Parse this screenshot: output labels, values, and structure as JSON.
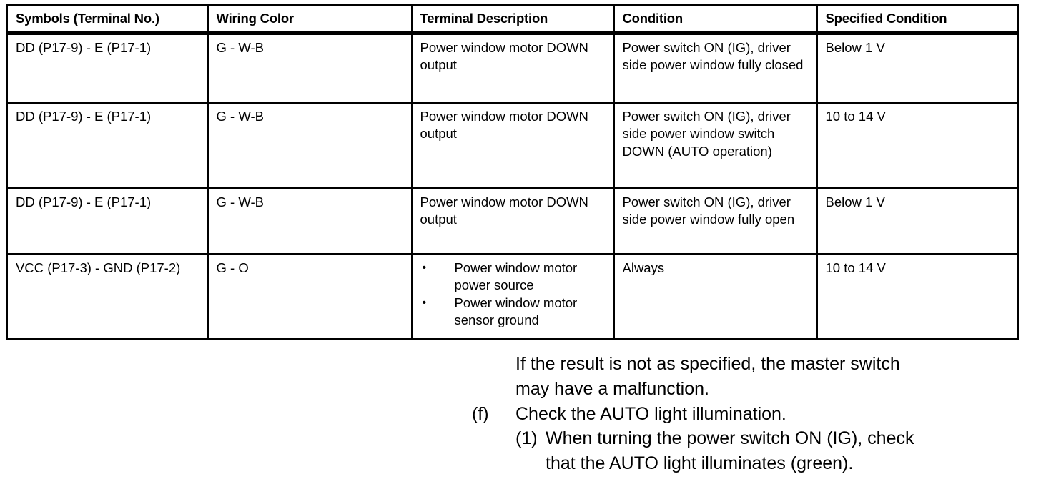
{
  "table": {
    "headers": [
      "Symbols (Terminal No.)",
      "Wiring Color",
      "Terminal Description",
      "Condition",
      "Specified Condition"
    ],
    "rows": [
      {
        "symbols": "DD (P17-9) - E (P17-1)",
        "wiring_color": "G - W-B",
        "terminal_description": "Power window motor DOWN output",
        "condition": "Power switch ON (IG), driver side power window fully closed",
        "specified_condition": "Below 1 V"
      },
      {
        "symbols": "DD (P17-9) - E (P17-1)",
        "wiring_color": "G - W-B",
        "terminal_description": "Power window motor DOWN output",
        "condition": "Power switch ON (IG), driver side power window switch DOWN (AUTO operation)",
        "specified_condition": "10 to 14 V"
      },
      {
        "symbols": "DD (P17-9) - E (P17-1)",
        "wiring_color": "G - W-B",
        "terminal_description": "Power window motor DOWN output",
        "condition": "Power switch ON (IG), driver side power window fully open",
        "specified_condition": "Below 1 V"
      },
      {
        "symbols": "VCC (P17-3) - GND (P17-2)",
        "wiring_color": "G - O",
        "terminal_description_bullets": [
          "Power window motor power source",
          "Power window motor sensor ground"
        ],
        "condition": "Always",
        "specified_condition": "10 to 14 V"
      }
    ],
    "bullet_glyph": "•"
  },
  "prose": {
    "note_line_1": "If the result is not as specified, the master switch",
    "note_line_2": "may have a malfunction.",
    "step_marker": "(f)",
    "step_text": "Check the AUTO light illumination.",
    "substep_marker": "(1)",
    "substep_line_1": "When turning the power switch ON (IG), check",
    "substep_line_2": "that the AUTO light illuminates (green)."
  }
}
